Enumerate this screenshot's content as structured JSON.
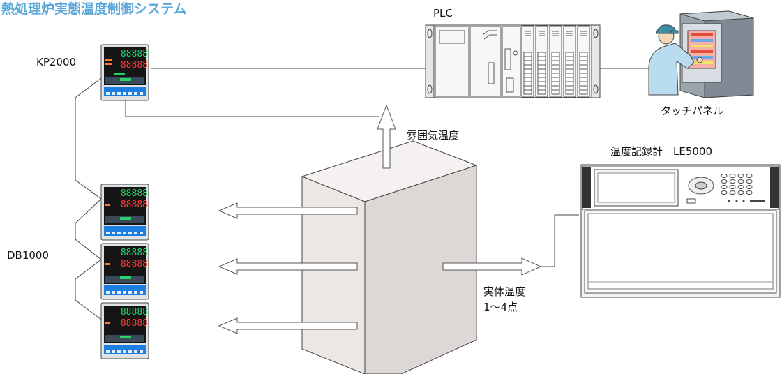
{
  "title": "熱処理炉実態温度制御システム",
  "labels": {
    "plc": "PLC",
    "kp2000": "KP2000",
    "touch_panel": "タッチパネル",
    "atmosphere_temp": "雰囲気温度",
    "recorder": "温度記録計　LE5000",
    "db1000": "DB1000",
    "actual_temp_line1": "実体温度",
    "actual_temp_line2": "1〜4点"
  },
  "controller_display": {
    "pv": "88888",
    "sv": "88888"
  },
  "colors": {
    "title": "#5aa7d8",
    "panel_blue": "#1c7fe0",
    "display_green": "#27d36b",
    "display_red": "#ff3b30",
    "furnace_fill": "#ece7e5",
    "recorder_frame": "#f2f2f2",
    "man_shirt": "#b9dcef",
    "cabinet": "#9aa4ad"
  }
}
